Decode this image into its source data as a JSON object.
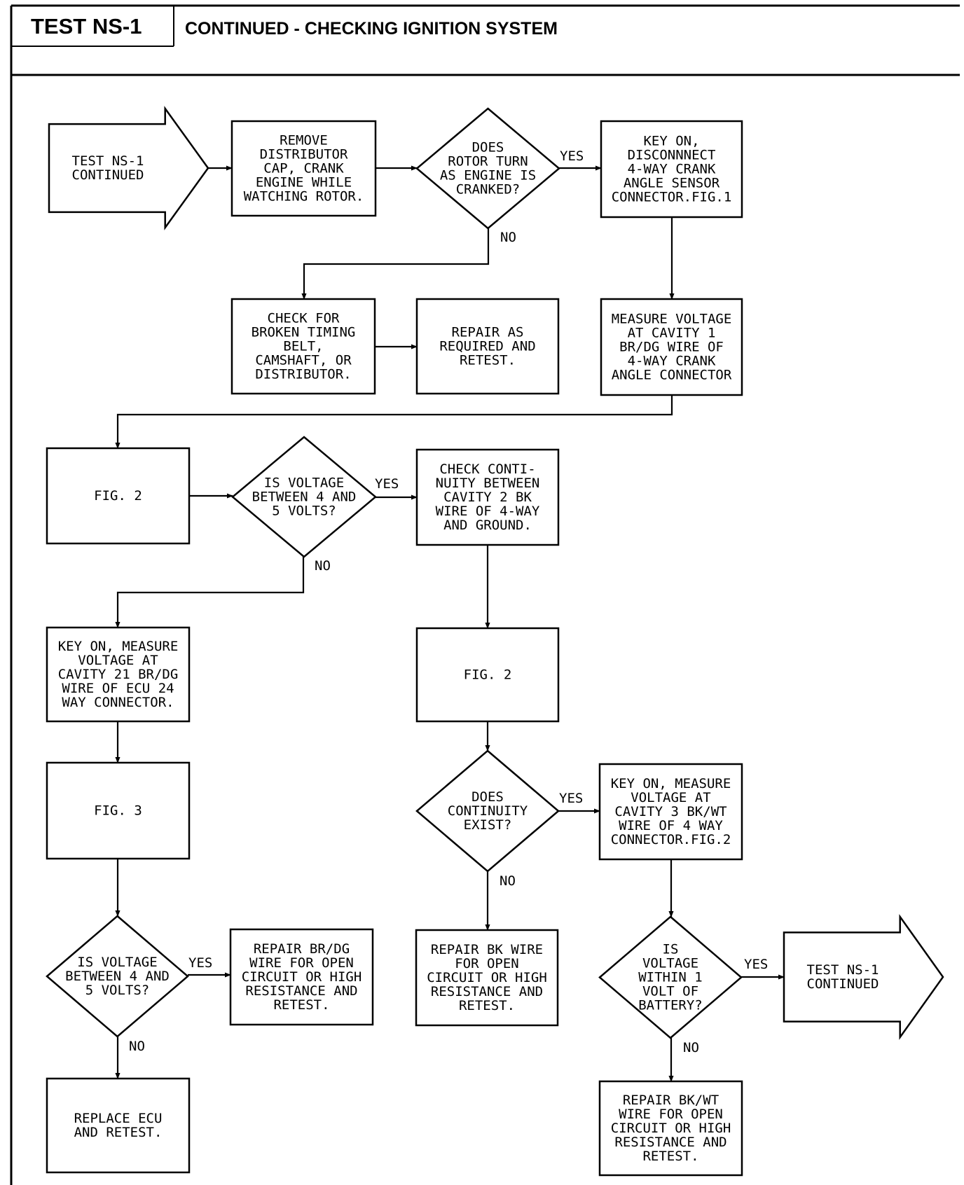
{
  "header": {
    "test_id": "TEST NS-1",
    "title": "CONTINUED - CHECKING IGNITION SYSTEM"
  },
  "nodes": {
    "start": [
      "TEST NS-1",
      "CONTINUED"
    ],
    "remove_cap": [
      "REMOVE",
      "DISTRIBUTOR",
      "CAP, CRANK",
      "ENGINE WHILE",
      "WATCHING ROTOR."
    ],
    "rotor_turn": [
      "DOES",
      "ROTOR TURN",
      "AS ENGINE IS",
      "CRANKED?"
    ],
    "disconnect_sensor": [
      "KEY ON,",
      "DISCONNNECT",
      "4-WAY CRANK",
      "ANGLE SENSOR",
      "CONNECTOR.FIG.1"
    ],
    "check_timing": [
      "CHECK FOR",
      "BROKEN TIMING",
      "BELT,",
      "CAMSHAFT, OR",
      "DISTRIBUTOR."
    ],
    "repair_retest": [
      "REPAIR AS",
      "REQUIRED AND",
      "RETEST."
    ],
    "measure_cavity1": [
      "MEASURE VOLTAGE",
      "AT CAVITY 1",
      "BR/DG WIRE OF",
      "4-WAY CRANK",
      "ANGLE CONNECTOR"
    ],
    "fig2_a": [
      "FIG. 2"
    ],
    "voltage_4_5_a": [
      "IS VOLTAGE",
      "BETWEEN 4 AND",
      "5 VOLTS?"
    ],
    "check_continuity": [
      "CHECK CONTI-",
      "NUITY BETWEEN",
      "CAVITY 2 BK",
      "WIRE OF 4-WAY",
      "AND GROUND."
    ],
    "measure_cavity21": [
      "KEY ON, MEASURE",
      "VOLTAGE AT",
      "CAVITY 21 BR/DG",
      "WIRE OF ECU 24",
      "WAY CONNECTOR."
    ],
    "fig2_b": [
      "FIG. 2"
    ],
    "fig3": [
      "FIG. 3"
    ],
    "continuity_exist": [
      "DOES",
      "CONTINUITY",
      "EXIST?"
    ],
    "measure_cavity3": [
      "KEY ON, MEASURE",
      "VOLTAGE AT",
      "CAVITY 3 BK/WT",
      "WIRE OF 4 WAY",
      "CONNECTOR.FIG.2"
    ],
    "voltage_4_5_b": [
      "IS VOLTAGE",
      "BETWEEN 4 AND",
      "5 VOLTS?"
    ],
    "repair_brdg": [
      "REPAIR BR/DG",
      "WIRE FOR OPEN",
      "CIRCUIT OR HIGH",
      "RESISTANCE AND",
      "RETEST."
    ],
    "repair_bk": [
      "REPAIR BK WIRE",
      "FOR OPEN",
      "CIRCUIT OR HIGH",
      "RESISTANCE AND",
      "RETEST."
    ],
    "voltage_within": [
      "IS",
      "VOLTAGE",
      "WITHIN 1",
      "VOLT OF",
      "BATTERY?"
    ],
    "end": [
      "TEST NS-1",
      "CONTINUED"
    ],
    "replace_ecu": [
      "REPLACE ECU",
      "AND RETEST."
    ],
    "repair_bkwt": [
      "REPAIR BK/WT",
      "WIRE FOR OPEN",
      "CIRCUIT OR HIGH",
      "RESISTANCE AND",
      "RETEST."
    ]
  },
  "labels": {
    "yes": "YES",
    "no": "NO"
  }
}
